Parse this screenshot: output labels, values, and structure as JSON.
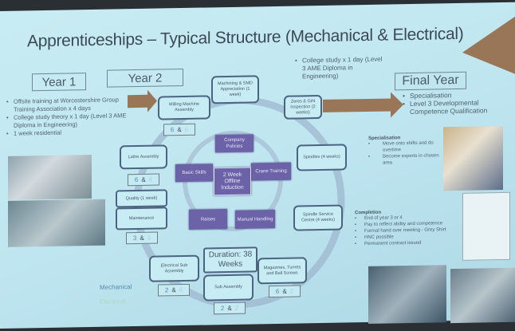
{
  "title": "Apprenticeships – Typical Structure (Mechanical & Electrical)",
  "year1": {
    "label": "Year 1",
    "bullets": [
      "Offsite training at Worcestershire Group Training Association x 4 days",
      "College study theory x 1 day (Level 3 AME Diploma in Engineering)",
      "1 week residential"
    ]
  },
  "year2": {
    "label": "Year 2",
    "college": "College study x 1 day (Level 3 AME Diploma in Engineering)"
  },
  "final": {
    "label": "Final Year",
    "bullets": [
      "Specialisation",
      "Level 3 Developmental Competence Qualification"
    ]
  },
  "modules": {
    "milling": "Milling Machine Assembly",
    "machining": "Machining & SMD Appreciation (1 week)",
    "zeres": "Zeres & GIN Inspection (2 weeks)",
    "lathe": "Lathe Assembly",
    "quality": "Quality (1 week)",
    "maintenance": "Maintenance",
    "spindles": "Spindles (4 weeks)",
    "spindle_service": "Spindle Service Centre (4 weeks)",
    "electrical_sub": "Electrical Sub Assembly",
    "duration": "Duration: 38 Weeks",
    "sub_assembly": "Sub Assembly",
    "magazines": "Magazines, Turrets and Ball Screws"
  },
  "counts": {
    "milling": {
      "mech": "6",
      "elec": "6"
    },
    "lathe": {
      "mech": "6",
      "elec": "6"
    },
    "maintenance": {
      "mech": "3",
      "elec": "3"
    },
    "electrical_sub": {
      "mech": "2",
      "elec": "6"
    },
    "sub_assembly": {
      "mech": "2",
      "elec": "2"
    },
    "magazines": {
      "mech": "6",
      "elec": "2"
    },
    "amp": "&"
  },
  "induction": {
    "center": "2 Week Offline Induction",
    "items": [
      "Company Policies",
      "Crane Training",
      "Manual Handling",
      "Raises",
      "Basic Skills"
    ]
  },
  "specialisation": {
    "heading": "Specialisation",
    "bullets": [
      "Move onto shifts and do overtime",
      "Become experts in chosen area"
    ]
  },
  "completion": {
    "heading": "Completion",
    "bullets": [
      "End of year 3 or 4",
      "Pay to reflect ability and competence",
      "Formal hand over meeting - Grey Shirt",
      "HNC possible",
      "Permanent contract issued"
    ]
  },
  "legend": {
    "mechanical": "Mechanical",
    "electrical": "Electrical"
  },
  "colors": {
    "mechanical": "#5a8aa8",
    "electrical": "#a9d1de",
    "induction": "#6c62a8",
    "arrow": "#9a7658"
  }
}
